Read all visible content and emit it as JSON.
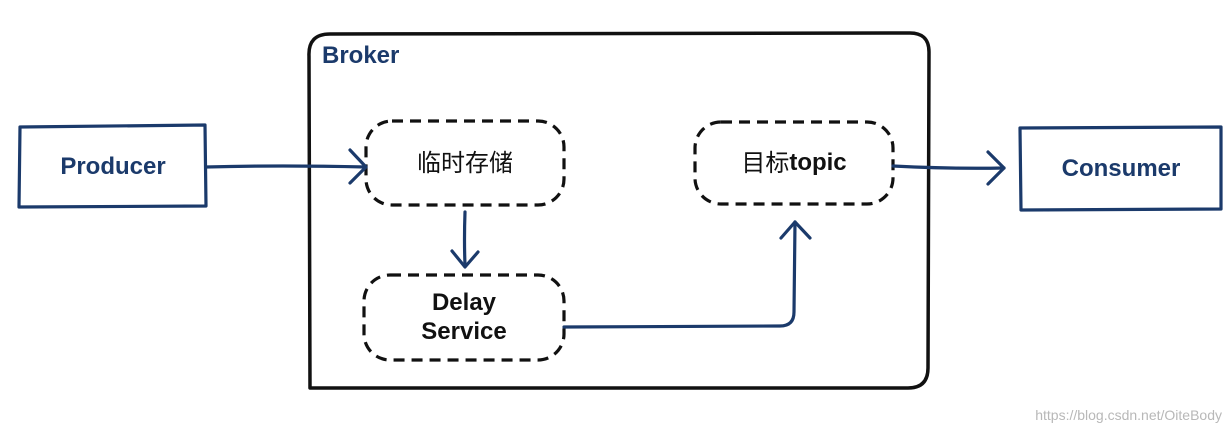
{
  "broker": {
    "title": "Broker"
  },
  "nodes": {
    "producer": {
      "label": "Producer"
    },
    "consumer": {
      "label": "Consumer"
    },
    "temp_storage": {
      "label": "临时存储"
    },
    "target_topic": {
      "label_cn": "目标",
      "label_en": "topic"
    },
    "delay_service": {
      "label_line1": "Delay",
      "label_line2": "Service"
    }
  },
  "watermark": "https://blog.csdn.net/OiteBody",
  "colors": {
    "accent": "#1b3a6b",
    "outline": "#111111",
    "background": "#ffffff"
  }
}
